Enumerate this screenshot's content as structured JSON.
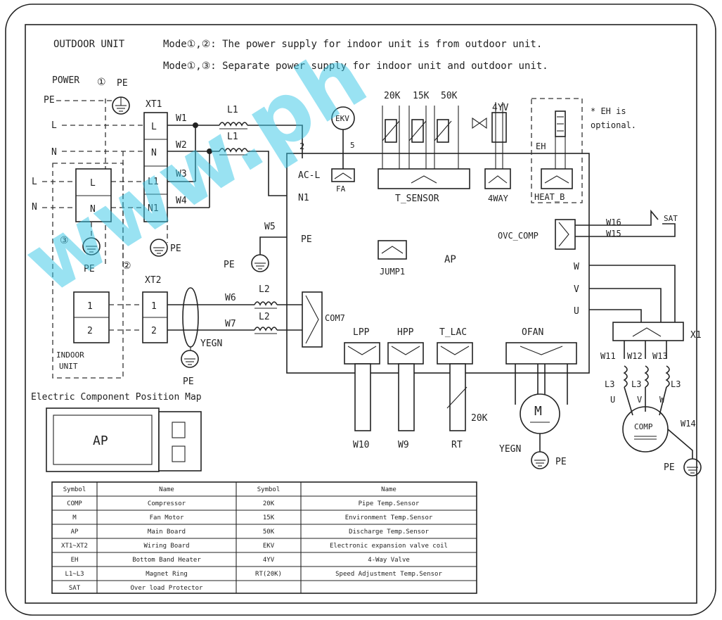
{
  "header": {
    "unit_title": "OUTDOOR UNIT",
    "mode_line_1": "Mode①,②: The power supply for indoor unit is from outdoor unit.",
    "mode_line_2": "Mode①,③: Separate power supply for indoor unit and outdoor unit."
  },
  "watermark": "www.ph",
  "power": {
    "label": "POWER",
    "mode1": "①",
    "mode2": "②",
    "mode3": "③",
    "pe": "PE",
    "l": "L",
    "n": "N"
  },
  "xt1": {
    "name": "XT1",
    "terminals": [
      "L",
      "N",
      "L1",
      "N1"
    ]
  },
  "indoor_block": {
    "terminals_left": [
      "L",
      "N"
    ],
    "terminals_comm": [
      "1",
      "2"
    ],
    "label_line_1": "INDOOR",
    "label_line_2": "UNIT"
  },
  "xt2": {
    "name": "XT2",
    "terminals": [
      "1",
      "2"
    ]
  },
  "wires": {
    "w1": "W1",
    "w2": "W2",
    "w3": "W3",
    "w4": "W4",
    "w5": "W5",
    "w6": "W6",
    "w7": "W7",
    "w9": "W9",
    "w10": "W10",
    "w11": "W11",
    "w12": "W12",
    "w13": "W13",
    "w14": "W14",
    "w15": "W15",
    "w16": "W16"
  },
  "rings": {
    "l1": "L1",
    "l2": "L2",
    "l3": "L3"
  },
  "ground": {
    "pe": "PE",
    "yegn": "YEGN"
  },
  "board": {
    "name": "AP",
    "ac_l": "AC-L",
    "n1": "N1",
    "pe": "PE",
    "jump": "JUMP1",
    "com": "COM7",
    "ovc": "OVC_COMP",
    "w": "W",
    "v": "V",
    "u": "U",
    "fa": "FA",
    "t_sensor": "T_SENSOR",
    "fourway": "4WAY",
    "heat_b": "HEAT_B",
    "lpp": "LPP",
    "hpp": "HPP",
    "t_lac": "T_LAC",
    "ofan": "OFAN"
  },
  "components": {
    "ekv": "EKV",
    "ekv_num": "5",
    "sensor_20k": "20K",
    "sensor_15k": "15K",
    "sensor_50k": "50K",
    "fourway_valve": "4YV",
    "eh": "EH",
    "eh_note_1": "* EH is",
    "eh_note_2": "optional.",
    "sat": "SAT",
    "rt": "RT",
    "rt_value": "20K",
    "motor": "M",
    "comp": "COMP",
    "x1": "X1",
    "x1_u": "U",
    "x1_v": "V",
    "x1_w": "W"
  },
  "position_map": {
    "title": "Electric Component Position Map",
    "ap_label": "AP"
  },
  "legend": {
    "headers": [
      "Symbol",
      "Name",
      "Symbol",
      "Name"
    ],
    "rows": [
      [
        "COMP",
        "Compressor",
        "20K",
        "Pipe Temp.Sensor"
      ],
      [
        "M",
        "Fan Motor",
        "15K",
        "Environment Temp.Sensor"
      ],
      [
        "AP",
        "Main Board",
        "50K",
        "Discharge Temp.Sensor"
      ],
      [
        "XT1~XT2",
        "Wiring Board",
        "EKV",
        "Electronic expansion valve coil"
      ],
      [
        "EH",
        "Bottom Band Heater",
        "4YV",
        "4-Way Valve"
      ],
      [
        "L1~L3",
        "Magnet Ring",
        "RT(20K)",
        "Speed Adjustment Temp.Sensor"
      ],
      [
        "SAT",
        "Over load Protector",
        "",
        ""
      ]
    ]
  }
}
